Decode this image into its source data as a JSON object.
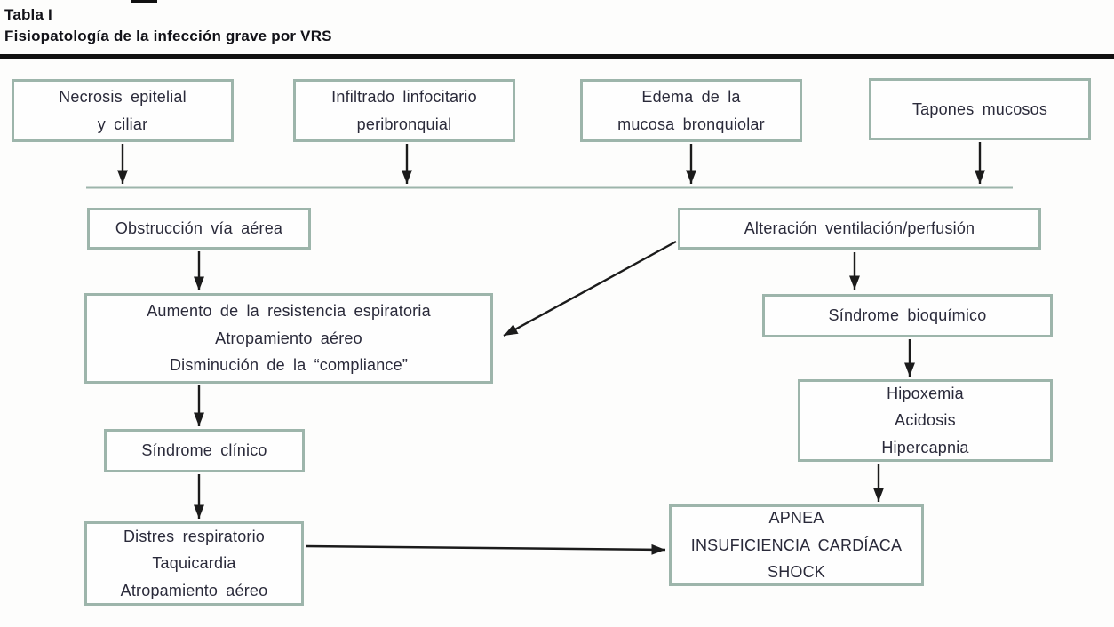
{
  "title": {
    "line1": "Tabla I",
    "line2": "Fisiopatología de la infección grave por VRS"
  },
  "nodes": {
    "necrosis": {
      "label": "Necrosis epitelial\ny ciliar"
    },
    "infiltrado": {
      "label": "Infiltrado linfocitario\nperibronquial"
    },
    "edema": {
      "label": "Edema de la\nmucosa bronquiolar"
    },
    "tapones": {
      "label": "Tapones mucosos"
    },
    "obstruccion": {
      "label": "Obstrucción vía aérea"
    },
    "alteracion": {
      "label": "Alteración ventilación/perfusión"
    },
    "aumento": {
      "label": "Aumento de la resistencia espiratoria\nAtropamiento aéreo\nDisminución de la “compliance”"
    },
    "bioquimico": {
      "label": "Síndrome bioquímico"
    },
    "hipoxemia": {
      "label": "Hipoxemia\nAcidosis\nHipercapnia"
    },
    "clinico": {
      "label": "Síndrome clínico"
    },
    "distres": {
      "label": "Distres respiratorio\nTaquicardia\nAtropamiento aéreo"
    },
    "apnea": {
      "label": "APNEA\nINSUFICIENCIA CARDÍACA\nSHOCK"
    }
  },
  "colors": {
    "box_border": "#9db5ab",
    "ink": "#2a2a3a",
    "arrow": "#1b1b1b",
    "rule": "#111111"
  }
}
